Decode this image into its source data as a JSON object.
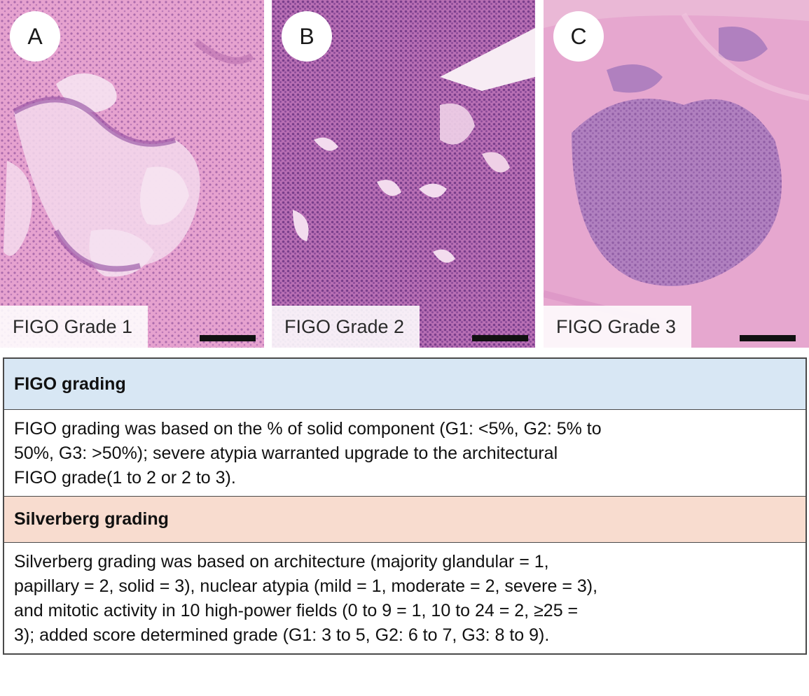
{
  "panels": [
    {
      "letter": "A",
      "caption": "FIGO Grade 1"
    },
    {
      "letter": "B",
      "caption": "FIGO Grade 2"
    },
    {
      "letter": "C",
      "caption": "FIGO Grade 3"
    }
  ],
  "table": {
    "figo_header": "FIGO grading",
    "figo_text_lines": [
      "FIGO grading was based on the % of solid component (G1: <5%, G2: 5% to",
      "50%, G3: >50%); severe atypia warranted upgrade to the architectural",
      "FIGO grade(1 to 2 or 2 to 3)."
    ],
    "silverberg_header": "Silverberg grading",
    "silverberg_text_lines": [
      "Silverberg grading was based on architecture (majority glandular = 1,",
      "papillary = 2, solid = 3), nuclear atypia (mild = 1, moderate = 2, severe = 3),",
      "and mitotic activity in 10 high-power fields (0 to 9 = 1, 10 to 24 = 2, ≥25 =",
      "3); added score determined grade (G1: 3 to 5, G2: 6 to 7, G3: 8 to 9)."
    ]
  },
  "colors": {
    "figo_header_bg": "#d8e7f4",
    "silverberg_header_bg": "#f8dccf",
    "stain_pink": "#e6a2cf",
    "stain_purple": "#7a3d8f"
  }
}
